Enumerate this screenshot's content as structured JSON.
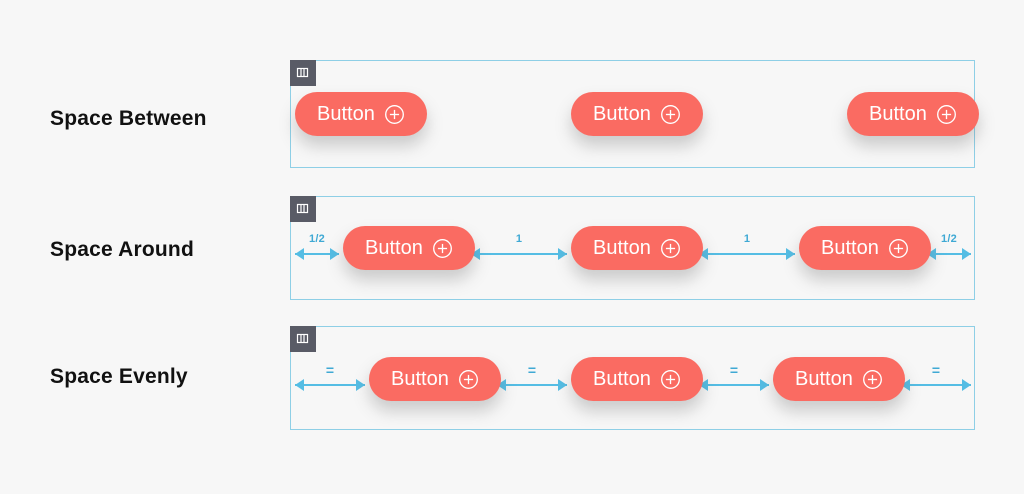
{
  "page": {
    "background_color": "#f7f7f7",
    "button_color": "#fa6b62",
    "container_border_color": "#8ecfe6",
    "measure_color": "#55bde4",
    "badge_color": "#595b66",
    "label_color": "#111111"
  },
  "rows": [
    {
      "id": "space-between",
      "label": "Space Between",
      "badge_icon": "layout-columns-icon",
      "buttons": [
        {
          "label": "Button",
          "icon": "plus-circle-icon"
        },
        {
          "label": "Button",
          "icon": "plus-circle-icon"
        },
        {
          "label": "Button",
          "icon": "plus-circle-icon"
        }
      ],
      "measures": []
    },
    {
      "id": "space-around",
      "label": "Space Around",
      "badge_icon": "layout-columns-icon",
      "buttons": [
        {
          "label": "Button",
          "icon": "plus-circle-icon"
        },
        {
          "label": "Button",
          "icon": "plus-circle-icon"
        },
        {
          "label": "Button",
          "icon": "plus-circle-icon"
        }
      ],
      "measures": [
        {
          "label": "1/2"
        },
        {
          "label": "1"
        },
        {
          "label": "1"
        },
        {
          "label": "1/2"
        }
      ]
    },
    {
      "id": "space-evenly",
      "label": "Space Evenly",
      "badge_icon": "layout-columns-icon",
      "buttons": [
        {
          "label": "Button",
          "icon": "plus-circle-icon"
        },
        {
          "label": "Button",
          "icon": "plus-circle-icon"
        },
        {
          "label": "Button",
          "icon": "plus-circle-icon"
        }
      ],
      "measures": [
        {
          "label": "="
        },
        {
          "label": "="
        },
        {
          "label": "="
        },
        {
          "label": "="
        }
      ]
    }
  ]
}
